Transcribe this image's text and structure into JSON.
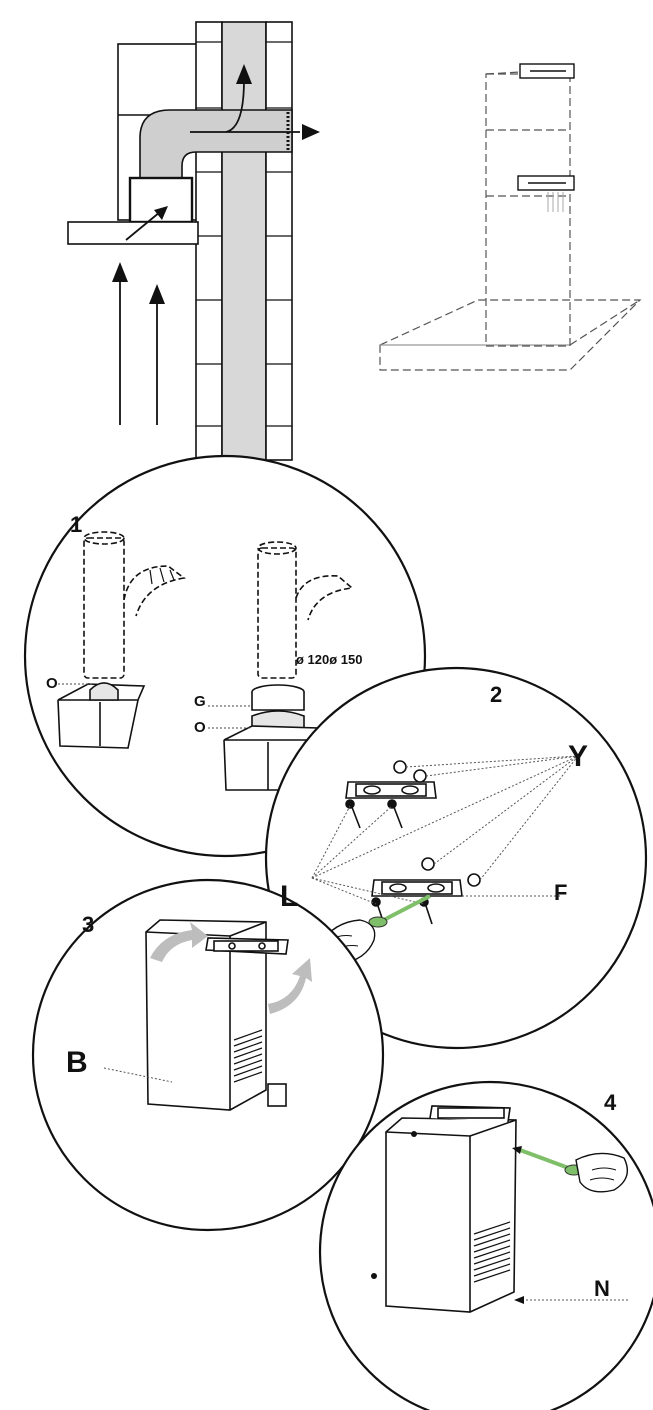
{
  "labels": {
    "top_o": "O",
    "top_g": "G",
    "top_o2": "O",
    "diameter": "ø 120ø 150",
    "y": "Y",
    "l": "L",
    "f": "F",
    "b": "B",
    "n": "N"
  },
  "steps": [
    "1",
    "2",
    "3",
    "4"
  ],
  "colors": {
    "line": "#111111",
    "wall_fill": "#d8d8d8",
    "duct_fill": "#cfcfcf",
    "arrow_fill": "#bdbdbd",
    "screwdriver": "#7fbf6a"
  }
}
